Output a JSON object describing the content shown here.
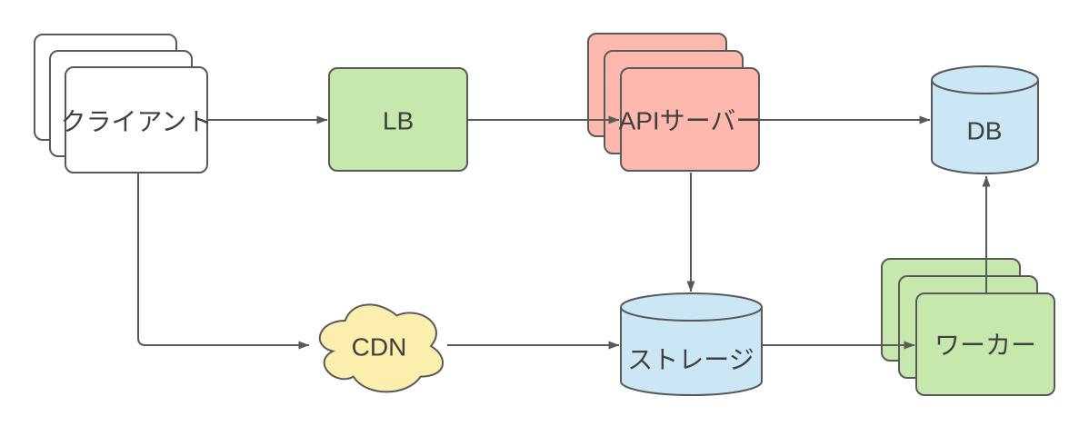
{
  "diagram": {
    "type": "system-architecture-flow",
    "colors": {
      "stroke": "#595959",
      "text": "#404040",
      "canvas": "#ffffff",
      "green": "#c7e8ac",
      "red": "#ffb8ad",
      "blue": "#cbe6f5",
      "yellow": "#fcefae",
      "white": "#ffffff"
    },
    "nodes": {
      "client": {
        "label": "クライアント",
        "shape": "stacked-rect",
        "stack_count": 3,
        "fill": "#ffffff"
      },
      "lb": {
        "label": "LB",
        "shape": "rect",
        "stack_count": 1,
        "fill": "#c7e8ac"
      },
      "api_server": {
        "label": "APIサーバー",
        "shape": "stacked-rect",
        "stack_count": 3,
        "fill": "#ffb8ad"
      },
      "db": {
        "label": "DB",
        "shape": "cylinder",
        "stack_count": 1,
        "fill": "#cbe6f5"
      },
      "cdn": {
        "label": "CDN",
        "shape": "cloud",
        "stack_count": 1,
        "fill": "#fcefae"
      },
      "storage": {
        "label": "ストレージ",
        "shape": "cylinder",
        "stack_count": 1,
        "fill": "#cbe6f5"
      },
      "worker": {
        "label": "ワーカー",
        "shape": "stacked-rect",
        "stack_count": 3,
        "fill": "#c7e8ac"
      }
    },
    "edges": [
      {
        "from": "client",
        "to": "lb"
      },
      {
        "from": "lb",
        "to": "api_server"
      },
      {
        "from": "api_server",
        "to": "db"
      },
      {
        "from": "api_server",
        "to": "storage"
      },
      {
        "from": "client",
        "to": "cdn"
      },
      {
        "from": "cdn",
        "to": "storage"
      },
      {
        "from": "storage",
        "to": "worker"
      },
      {
        "from": "worker",
        "to": "db"
      }
    ]
  }
}
